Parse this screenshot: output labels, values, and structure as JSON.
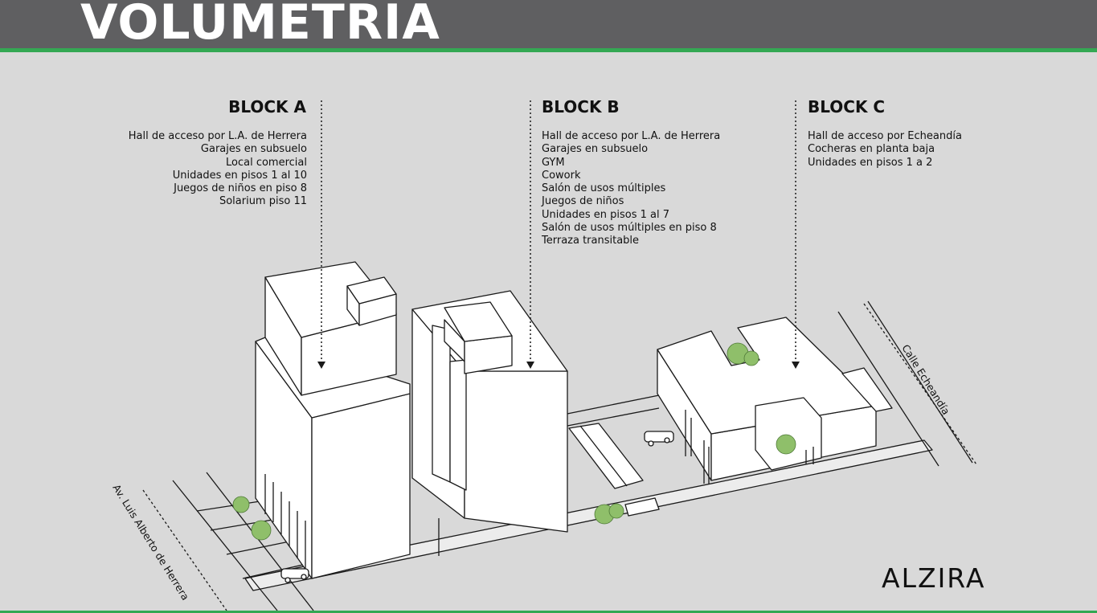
{
  "header": {
    "title": "VOLUMETRIA"
  },
  "blocks": [
    {
      "title": "BLOCK A",
      "items": [
        "Hall de acceso por L.A. de Herrera",
        "Garajes en subsuelo",
        "Local comercial",
        "Unidades en pisos 1 al 10",
        "Juegos de niños en piso 8",
        "Solarium piso 11"
      ]
    },
    {
      "title": "BLOCK B",
      "items": [
        "Hall de acceso por L.A. de Herrera",
        "Garajes en subsuelo",
        "GYM",
        "Cowork",
        "Salón de usos múltiples",
        "Juegos de niños",
        "Unidades en pisos 1 al 7",
        "Salón de usos múltiples en piso 8",
        "Terraza transitable"
      ]
    },
    {
      "title": "BLOCK C",
      "items": [
        "Hall de acceso por Echeandía",
        "Cocheras en planta baja",
        "Unidades en pisos 1 a 2"
      ]
    }
  ],
  "streets": {
    "left": "Av. Luis Alberto de Herrera",
    "right": "Calle Echeandía"
  },
  "brand": "ALZIRA",
  "colors": {
    "header_bg": "#5f5f61",
    "accent_green": "#34a853",
    "page_bg": "#d9d9d9",
    "building_fill": "#ffffff",
    "tree_green": "#8fbf6a"
  }
}
